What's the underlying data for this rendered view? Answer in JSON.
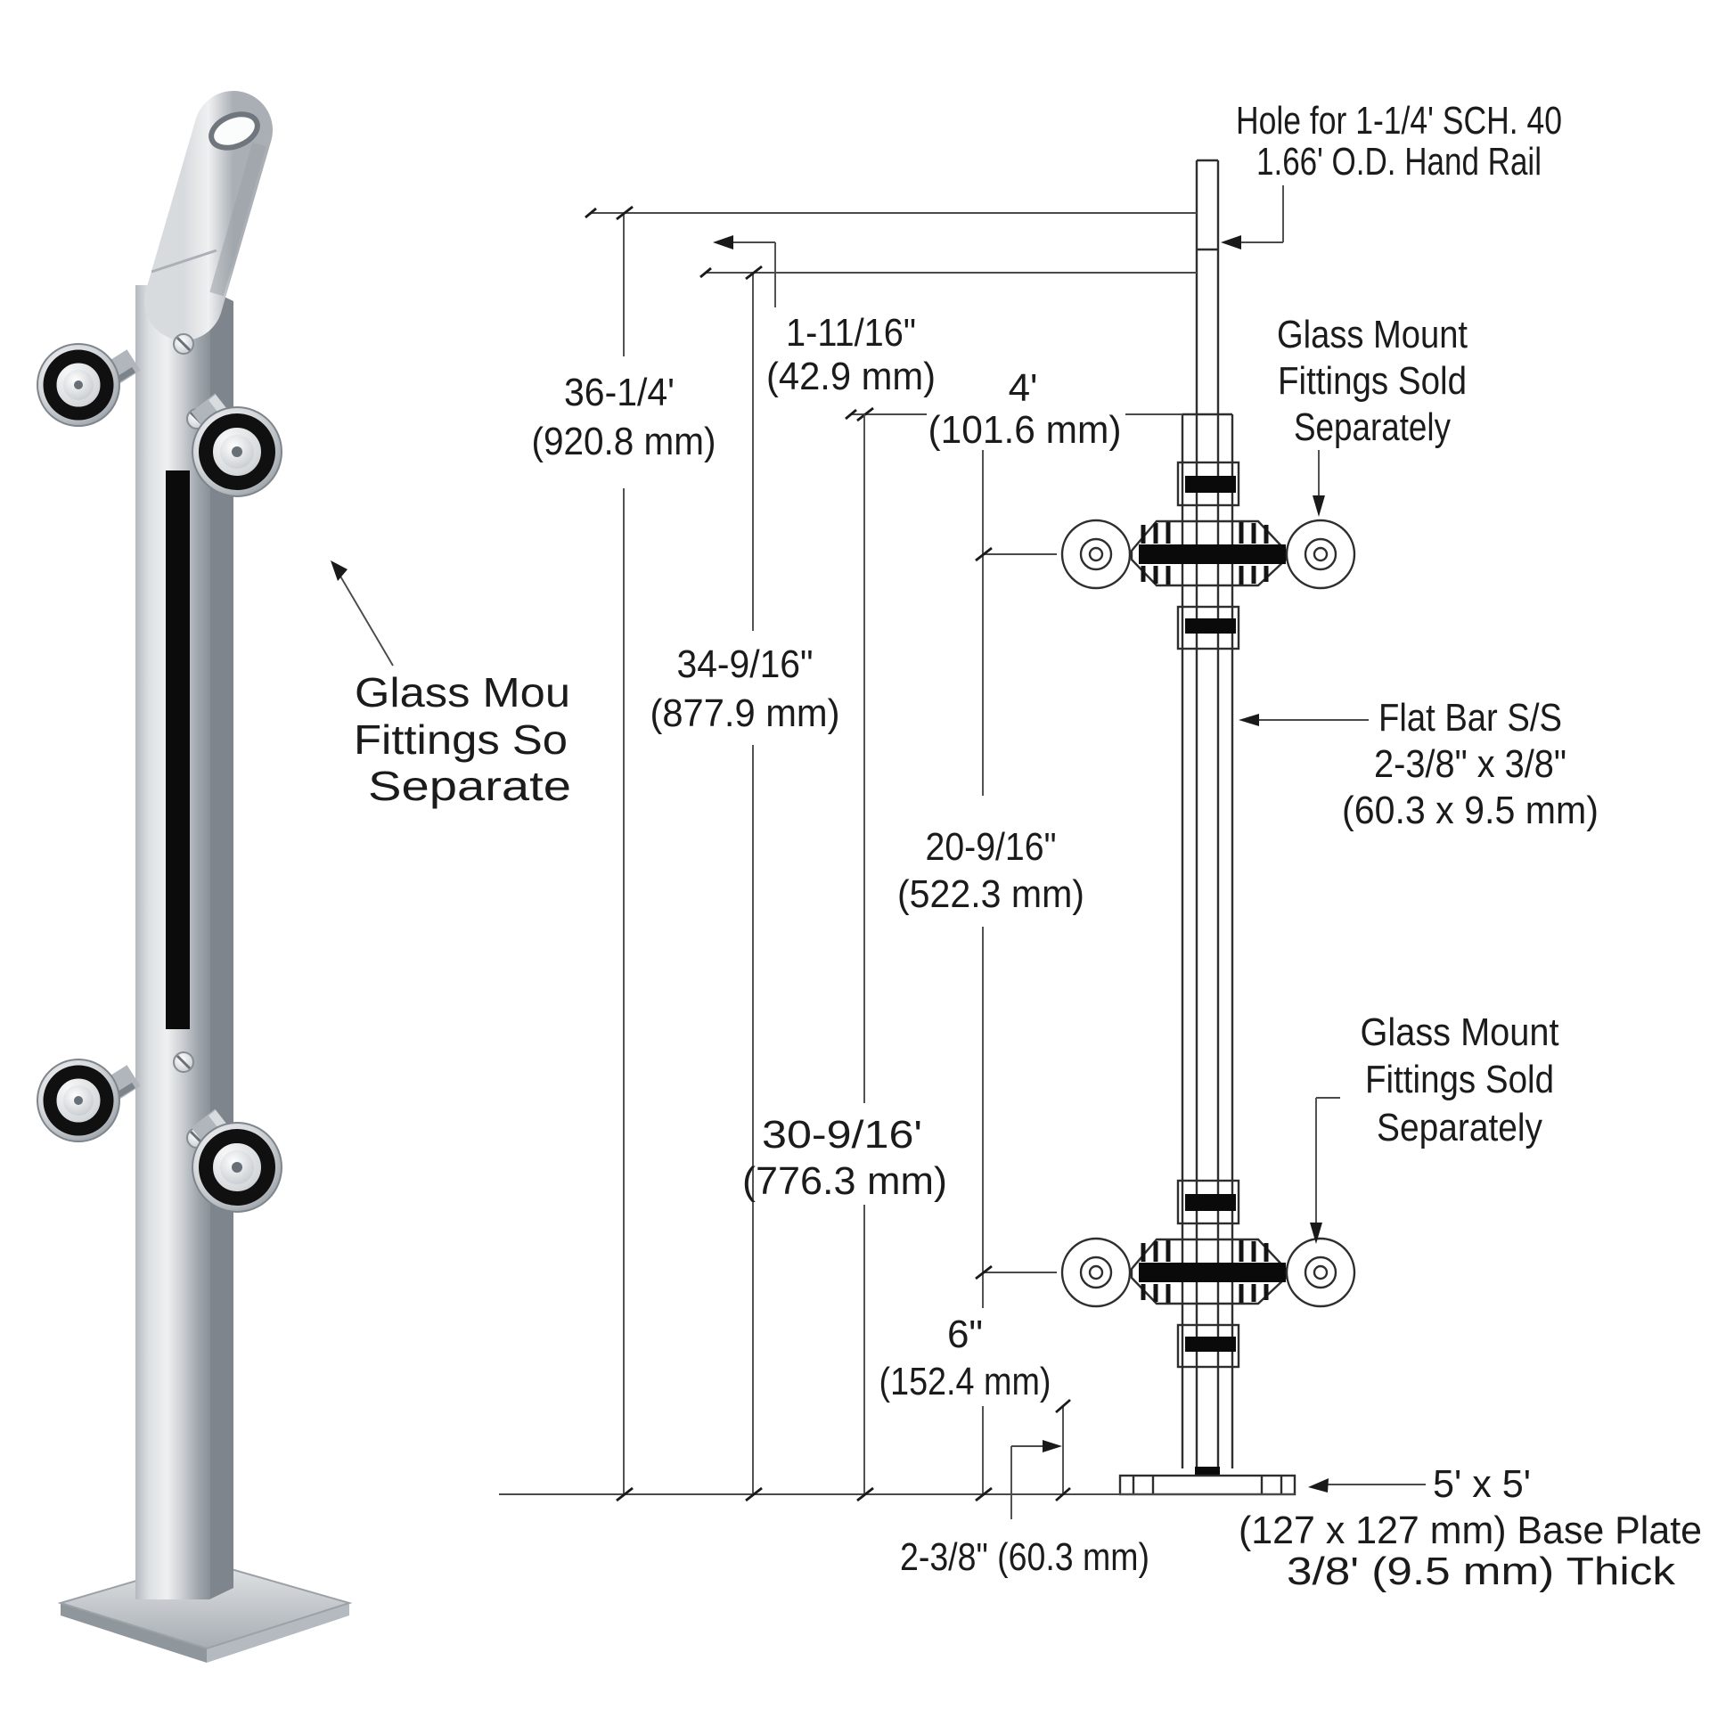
{
  "colors": {
    "background": "#ffffff",
    "line": "#2e2e2e",
    "dimension_line": "#4a4a4a",
    "black_fill": "#0a0a0a",
    "metal_light": "#eef0f1",
    "metal_dark": "#868d93"
  },
  "photo_note": {
    "line1": "Glass Mou",
    "line2": "Fittings So",
    "line3": "Separate"
  },
  "notes": {
    "handrail_hole": {
      "line1": "Hole for 1-1/4' SCH. 40",
      "line2": "1.66' O.D. Hand Rail"
    },
    "glass_mount_top": {
      "line1": "Glass Mount",
      "line2": "Fittings Sold",
      "line3": "Separately"
    },
    "flat_bar": {
      "line1": "Flat Bar S/S",
      "line2": "2-3/8\" x 3/8\"",
      "line3": "(60.3 x 9.5 mm)"
    },
    "glass_mount_bottom": {
      "line1": "Glass Mount",
      "line2": "Fittings Sold",
      "line3": "Separately"
    },
    "base_plate": {
      "line1": "5' x 5'",
      "line2": "(127 x 127 mm) Base Plate",
      "line3": "3/8' (9.5 mm) Thick"
    }
  },
  "dimensions": {
    "overall_height": {
      "imperial": "36-1/4'",
      "metric": "(920.8 mm)"
    },
    "top_offset": {
      "imperial": "1-11/16\"",
      "metric": "(42.9 mm)"
    },
    "flat_bar_height": {
      "imperial": "34-9/16\"",
      "metric": "(877.9 mm)"
    },
    "upper_fitting_offset": {
      "imperial": "4'",
      "metric": "(101.6 mm)"
    },
    "fitting_spacing": {
      "imperial": "20-9/16\"",
      "metric": "(522.3 mm)"
    },
    "upper_fitting_height": {
      "imperial": "30-9/16'",
      "metric": "(776.3 mm)"
    },
    "lower_fitting_height": {
      "imperial": "6\"",
      "metric": "(152.4 mm)"
    },
    "base_offset": {
      "label": "2-3/8\" (60.3 mm)"
    }
  }
}
